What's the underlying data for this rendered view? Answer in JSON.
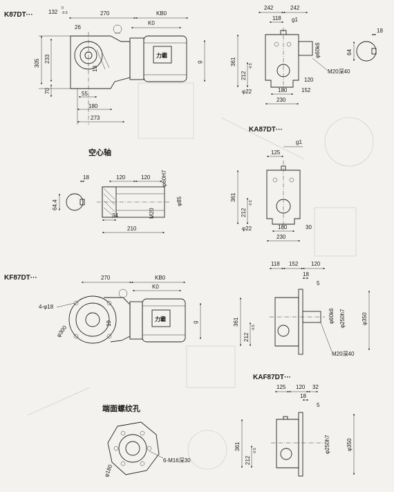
{
  "views": {
    "k87": {
      "title": "K87DT···",
      "dims": {
        "d132": "132",
        "d132_tol_up": "0",
        "d132_tol_dn": "-0.5",
        "d270": "270",
        "kb0": "KB0",
        "k0": "K0",
        "d26": "26",
        "d233": "233",
        "d305": "305",
        "d70": "70",
        "d55": "55",
        "d180": "180",
        "d273": "273",
        "d19": "19",
        "g": "g"
      },
      "logo": "力霸"
    },
    "front": {
      "dims": {
        "d242a": "242",
        "d242b": "242",
        "d118": "118",
        "g1": "g1",
        "d60k6": "φ60k6",
        "d361": "361",
        "d212": "212",
        "d212_tol": "-0.5",
        "d120": "120",
        "m20": "M20深40",
        "d22": "φ22",
        "d180": "180",
        "d152": "152",
        "d230": "230",
        "d18": "18",
        "d64": "64"
      }
    },
    "ka87": {
      "title": "KA87DT···",
      "dims": {
        "d125": "125",
        "g1": "g1",
        "d361": "361",
        "d212": "212",
        "d212_tol": "-0.5",
        "d22": "φ22",
        "d180": "180",
        "d30": "30",
        "d230": "230"
      }
    },
    "hollow": {
      "title": "空心轴",
      "dims": {
        "d18": "18",
        "d64": "64.4",
        "d120a": "120",
        "d120b": "120",
        "d60h7": "φ60H7",
        "d85": "φ85",
        "m20": "M20",
        "d34": "34",
        "d210": "210"
      }
    },
    "kf87": {
      "title": "KF87DT···",
      "dims": {
        "d270": "270",
        "kb0": "KB0",
        "k0": "K0",
        "holes": "4-φ18",
        "d300": "φ300",
        "d19": "19",
        "g": "g"
      },
      "logo": "力霸"
    },
    "kf_side": {
      "dims": {
        "d118": "118",
        "d152": "152",
        "d120": "120",
        "d18": "18",
        "d5": "5",
        "d60k6": "φ60k6",
        "d250h7": "φ250h7",
        "d350": "φ350",
        "d361": "361",
        "d212": "212",
        "d212_tol": "-0.5",
        "m20": "M20深40"
      }
    },
    "end_face": {
      "title": "端面螺纹孔",
      "dims": {
        "d180": "φ180",
        "holes": "6-M16深30"
      }
    },
    "kaf87": {
      "title": "KAF87DT···",
      "dims": {
        "d125": "125",
        "d120": "120",
        "d32": "32",
        "d18": "18",
        "d5": "5",
        "d250h7": "φ250h7",
        "d350": "φ350",
        "d361": "361",
        "d212": "212",
        "d212_tol": "-0.5"
      }
    }
  }
}
